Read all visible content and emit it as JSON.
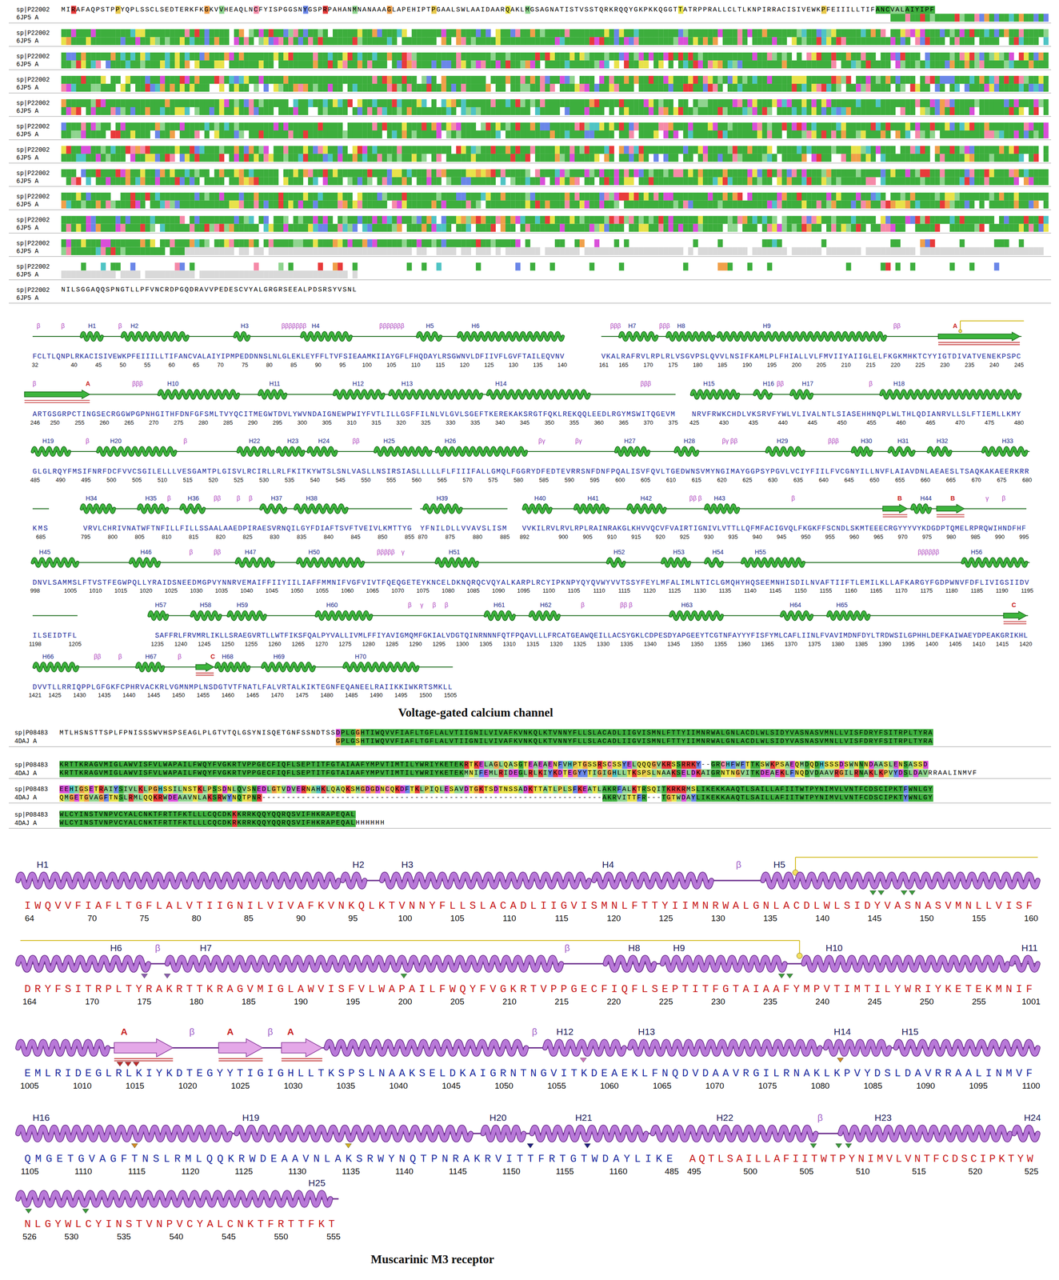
{
  "diagram": {
    "labels": [
      "sp|P22002",
      "MIRAFAQPSTPPYQPLSSCLSEDTERKFKGKVVHEAQLNCFYISPGGSNYGSPRPAHANMNANAAAGLAPEHIPTPGAALSWLAAIDAARQAKLMGSAGNATISTVSSTQRKRQQYGKPKKQGGTTATRPPRALLCLTLKNPIRRACISIVEWKPFEIIILLTIFANCVALAIYIPF",
      "6JP5 A",
      "sp|P22002",
      "6JP5 A",
      "sp|P22002",
      "6JP5 A",
      "sp|P22002",
      "6JP5 A",
      "sp|P22002",
      "6JP5 A",
      "sp|P22002",
      "6JP5 A",
      "sp|P22002",
      "6JP5 A",
      "sp|P22002",
      "6JP5 A",
      "sp|P22002",
      "6JP5 A",
      "sp|P22002",
      "6JP5 A",
      "sp|P22002",
      "6JP5 A",
      "sp|P22002",
      "6JP5 A",
      "sp|P22002",
      "NILSGGAQQSPNGTLLPFVNCRDPGQDRAVVPEDESCVYALGRGRSEEALPDSRSYVSNL",
      "6JP5 A",
      "β",
      "β",
      "H1",
      "β",
      "H2",
      "H3",
      "βββββββ",
      "H4",
      "βββββββ",
      "H5",
      "H6",
      "βββ",
      "H7",
      "βββ",
      "H8",
      "H9",
      "ββ",
      "A",
      "FCLTLQNPLRKACISIVEWKPFEIIILLTIFANCVALAIYIPMPEDDNNSLNLGLEKLEYFFLTVFSIEAAMKIIAYGFLFHQDAYLRSGWNVLDFIIVFLGVFTAILEQVNV",
      "32",
      "40",
      "45",
      "50",
      "55",
      "60",
      "65",
      "70",
      "75",
      "80",
      "85",
      "90",
      "95",
      "100",
      "105",
      "110",
      "115",
      "120",
      "125",
      "130",
      "135",
      "140",
      "VKALRAFRVLRPLRLVSGVPSLQVVLNSIFKAMLPLFHIALLVLFMVIIYAIIGLELFKGKMHKTCYYIGTDIVATVENEKPSPC",
      "161",
      "165",
      "170",
      "175",
      "180",
      "185",
      "190",
      "195",
      "200",
      "205",
      "210",
      "215",
      "220",
      "225",
      "230",
      "235",
      "240",
      "245",
      "β",
      "A",
      "βββ",
      "H10",
      "H11",
      "H12",
      "H13",
      "H14",
      "βββ",
      "H15",
      "H16",
      "ββ",
      "H17",
      "β",
      "H18",
      "ARTGSGRPCTINGSECRGGWPGPNHGITHFDNFGFSMLTVYQCITMEGWTDVLYWVNDAIGNEWPWIYFVTLILLGSFFILNLVLGVLSGEFTKEREKAKSRGTFQKLREKQQLEEDLRGYMSWITQGEVM",
      "246",
      "250",
      "255",
      "260",
      "265",
      "270",
      "275",
      "280",
      "285",
      "290",
      "295",
      "300",
      "305",
      "310",
      "315",
      "320",
      "325",
      "330",
      "335",
      "340",
      "345",
      "350",
      "355",
      "360",
      "365",
      "370",
      "375",
      "NRVFRWKCHDLVKSRVFYWLVLIVALNTLSIASEHHNQPLWLTHLQDIANRVLLSLFTIEMLLKMY",
      "425",
      "430",
      "435",
      "440",
      "445",
      "450",
      "455",
      "460",
      "465",
      "470",
      "475",
      "480",
      "H19",
      "β",
      "H20",
      "β",
      "H22",
      "H23",
      "H24",
      "ββ",
      "H25",
      "H26",
      "βγ",
      "βγ",
      "H27",
      "H28",
      "βγ ββ",
      "H29",
      "βββ",
      "H30",
      "H31",
      "H32",
      "H33",
      "GLGLRQYFMSIFNRFDCFVVCSGILELLLVESGAMTPLGISVLRCIRLLRLFKITKYWTSLSNLVASLLNSIRSIASLLLLLFLFIIIFALLGMQLFGGRYDFEDTEVRRSNFDNFPQALISVFQVLTGEDWNSVMYNGIMAYGGPSYPGVLVCIYFIILFVCGNYILLNVFLAIAVDNLAEAESLTSAQKAKAEERKRR",
      "485",
      "490",
      "495",
      "500",
      "505",
      "510",
      "515",
      "520",
      "525",
      "530",
      "535",
      "540",
      "545",
      "550",
      "555",
      "560",
      "565",
      "570",
      "575",
      "580",
      "585",
      "590",
      "595",
      "600",
      "605",
      "610",
      "615",
      "620",
      "625",
      "630",
      "635",
      "640",
      "645",
      "650",
      "655",
      "660",
      "665",
      "670",
      "675",
      "680",
      "H34",
      "H35",
      "β",
      "H36",
      "ββ",
      "β",
      "β",
      "H37",
      "H38",
      "H39",
      "H40",
      "H41",
      "H42",
      "ββ β",
      "H43",
      "β",
      "B",
      "H44",
      "B",
      "γ",
      "β",
      "KMS",
      "685",
      "VRVLCHRIVNATWFTNFILLFILLSSAALAAEDPIRAESVRNQILGYFDIAFTSVFTVEIVLKMTTYG",
      "795",
      "800",
      "805",
      "810",
      "815",
      "820",
      "825",
      "830",
      "835",
      "840",
      "845",
      "850",
      "855",
      "YFNILDLLVVAVSLISM",
      "870",
      "875",
      "880",
      "885",
      "VVKILRVLRVLRPLRAINRAKGLKHVVQCVFVAIRTIGNIVLVTTLLQFMFACIGVQLFKGKFFSCNDLSKMTEEECRGYYYVYKDGDPTQMELRPRQWIHNDFHF",
      "892",
      "900",
      "905",
      "910",
      "915",
      "920",
      "925",
      "930",
      "935",
      "940",
      "945",
      "950",
      "955",
      "960",
      "965",
      "970",
      "975",
      "980",
      "985",
      "990",
      "995",
      "H45",
      "H46",
      "β",
      "ββ",
      "H47",
      "H50",
      "βββββ",
      "γ",
      "H51",
      "H52",
      "H53",
      "H54",
      "H55",
      "ββββββ",
      "H56",
      "DNVLSAMMSLFTVSTFEGWPQLLYRAIDSNEEDMGPVYNNRVEMAIFFIIYIILIAFFMMNIFVGFVIVTFQEQGETEYKNCELDKNQRQCVQYALKARPLRCYIPKNPYQYQVWYVVTSSYFEYLMFALIMLNTICLGMQHYHQSEEMNHISDILNVAFTIIFTLEMILKLLAFKARGYFGDPWNVFDFLIVIGSIIDV",
      "998",
      "1005",
      "1010",
      "1015",
      "1020",
      "1025",
      "1030",
      "1035",
      "1040",
      "1045",
      "1050",
      "1055",
      "1060",
      "1065",
      "1070",
      "1075",
      "1080",
      "1085",
      "1090",
      "1095",
      "1100",
      "1105",
      "1110",
      "1115",
      "1120",
      "1125",
      "1130",
      "1135",
      "1140",
      "1145",
      "1150",
      "1155",
      "1160",
      "1165",
      "1170",
      "1175",
      "1180",
      "1185",
      "1190",
      "1195",
      "H57",
      "H58",
      "H59",
      "H60",
      "β",
      "γ",
      "β",
      "β",
      "H61",
      "H62",
      "β",
      "ββ β",
      "H63",
      "H64",
      "H65",
      "C",
      "ILSEIDTFL",
      "1198",
      "1205",
      "SAFFRLFRVMRLIKLLSRAEGVRTLLWTFIKSFQALPYVALLIVMLFFIYAVIGMQMFGKIALVDGTQINRNNNFQTFPQAVLLLFRCATGEAWQEILLACSYGKLCDPESDYAPGEEYTCGTNFAYYYFISFYMLCAFLIINLFVAVIMDNFDYLTRDWSILGPHHLDEFKAIWAEYDPEAKGRIKHL",
      "1235",
      "1240",
      "1245",
      "1250",
      "1255",
      "1260",
      "1265",
      "1270",
      "1275",
      "1280",
      "1285",
      "1290",
      "1295",
      "1300",
      "1305",
      "1310",
      "1315",
      "1320",
      "1325",
      "1330",
      "1335",
      "1340",
      "1345",
      "1350",
      "1355",
      "1360",
      "1365",
      "1370",
      "1375",
      "1380",
      "1385",
      "1390",
      "1395",
      "1400",
      "1405",
      "1410",
      "1415",
      "1420",
      "H66",
      "ββ",
      "β",
      "H67",
      "β",
      "C",
      "H68",
      "H69",
      "H70",
      "DVVTLLRRIQPPLGFGKFCPHRVACKRLVGMNMPLNSDGTVTFNATLFALVRTALKIKTEGNFEQANEELRAIIKKIWKRTSMKLL",
      "1421",
      "1425",
      "1430",
      "1435",
      "1440",
      "1445",
      "1450",
      "1455",
      "1460",
      "1465",
      "1470",
      "1475",
      "1480",
      "1485",
      "1490",
      "1495",
      "1500",
      "1505",
      "Voltage-gated calcium channel",
      "sp|P08483",
      "MTLHSNSTTSPLFPNISSSWVHSPSEAGLPLGTVTQLGSYNISQETGNFSSNDTSSDPLGGHTIWQVVFIAFLTGFLALVTIIGNILVIVAFKVNKQLKTVNNYFLLSLACADLIIGVISMNLFTTYIIMNRWALGNLACDLWLSIDYVASNASVMNLLVISFDRYFSITRPLTYRA",
      "4DAJ A",
      "GPLGSHTIWQVVFIAFLTGFLALVTIIGNILVIVAFKVNKQLKTVNNYFLLSLACADLIIGVISMNLFTTYIIMNRWALGNLACDLWLSIDYVASNASVMNLLVISFDRYFSITRPLTYRA",
      "sp|P08483",
      "KRTTKRAGVMIGLAWVISFVLWAPAILFWQYFVGKRTVPPGECFIQFLSEPTITFGTAIAAFYMPVTIMTILYWRIYKETEKRTKELAGLQASGTEAEAENFVHPTGSSRSCSSYELQQQGVKRSSRRKY--GRCHFWFTTKSWKPSAEQMDQDHSSSDSWNNNDAASLENSASSD",
      "4DAJ A",
      "KRTTKRAGVMIGLAWVISFVLWAPAILFWQYFVGKRTVPPGECFIQFLSEPTITFGTAIAAFYMPVTIMTILYWRIYKETEKMNIFEMLRIDEGLRLKIYKDTEGYYTIGIGHLLTKSPSLNAAKSELDKAIGRNTNGVITKDEAEKLFNQDVDAAVRGILRNAKLKPVYDSLDAVRRAALINMVF",
      "sp|P08483",
      "EEHIGSETRAIYSIVLKLPGHSSILNSTKLPSSDNLQVSNEDLGTVDVERNAHKLQAQKSMGDGDNCQKDFTKLPIQLESAVDTGKTSDTNSSADKTTATLPLSFKEATLAKRFALKTRSQITKRKRMSLIKEKKAAQTLSAILLAFIITWTPYNIMVLVNTFCDSCIPKTFWNLGY",
      "4DAJ A",
      "QMGETGVAGFTNSLRMLQQKRWDEAAVNLAKSRWYNQTPNR---------------------------------------------------------------------AKRVITTFR---TGTWDAYLIKEKKAAQTLSAILLAFIITWTPYNIMVLVNTFCDSCIPKTYWNLGY",
      "sp|P08483",
      "WLCYINSTVNPVCYALCNKTFRTTFKTLLLCQCDKKKRRKQQYQQRQSVIFHKRAPEQAL",
      "4DAJ A",
      "WLCYINSTVNPVCYALCNKTFRTTFKTLLLCQCDKRKRRKQQYQQRQSVIFHKRAPEQALHHHHHH",
      "H1",
      "H2",
      "H3",
      "H4",
      "β",
      "H5",
      "IWQVVFIAFLTGFLALVTIIGNILVIVAFKVNKQLKTVNNYFLLSLACADLIIGVISMNLFTTYIIMNRWALGNLACDLWLSIDYVASNASVMNLLVISF",
      "64",
      "70",
      "75",
      "80",
      "85",
      "90",
      "95",
      "100",
      "105",
      "110",
      "115",
      "120",
      "125",
      "130",
      "135",
      "140",
      "145",
      "150",
      "155",
      "160",
      "H6",
      "β",
      "H7",
      "β",
      "H8",
      "H9",
      "H10",
      "H11",
      "DRYFSITRPLTYRAKRTTKRAGVMIGLAWVISFVLWAPAILFWQYFVGKRTVPPGECFIQFLSEPTITFGTAIAAFYMPVTIMTILYWRIYKETEKMNIF",
      "164",
      "170",
      "175",
      "180",
      "185",
      "190",
      "195",
      "200",
      "205",
      "210",
      "215",
      "220",
      "225",
      "230",
      "235",
      "240",
      "245",
      "250",
      "255",
      "1001",
      "A",
      "β",
      "A",
      "β",
      "A",
      "β",
      "H12",
      "H13",
      "H14",
      "H15",
      "EMLRIDEGLRLKIYKDTEGYYTIGIGHLLTKSPSLNAAKSELDKAIGRNTNGVITKDEAEKLFNQDVDAAVRGILRNAKLKPVYDSLDAVRRAALINMVF",
      "1005",
      "1010",
      "1015",
      "1020",
      "1025",
      "1030",
      "1035",
      "1040",
      "1045",
      "1050",
      "1055",
      "1060",
      "1065",
      "1070",
      "1075",
      "1080",
      "1085",
      "1090",
      "1095",
      "1100",
      "H16",
      "H19",
      "H20",
      "H21",
      "H22",
      "β",
      "H23",
      "H24",
      "QMGETGVAGFTNSLRMLQQKRWDEAAVNLAKSRWYNQTPNRAKRVITTFRTGTWDAYLIKE",
      "1105",
      "1110",
      "1115",
      "1120",
      "1125",
      "1130",
      "1135",
      "1140",
      "1145",
      "1150",
      "1155",
      "1160",
      "485",
      "AQTLSAILLAFIITWTPYNIMVLVNTFCDSCIPKTYW",
      "495",
      "500",
      "505",
      "510",
      "515",
      "520",
      "525",
      "H25",
      "NLGYWLCYINSTVNPVCYALCNKTFRTTFKT",
      "526",
      "530",
      "535",
      "540",
      "545",
      "550",
      "555",
      "Muscarinic M3 receptor"
    ]
  }
}
